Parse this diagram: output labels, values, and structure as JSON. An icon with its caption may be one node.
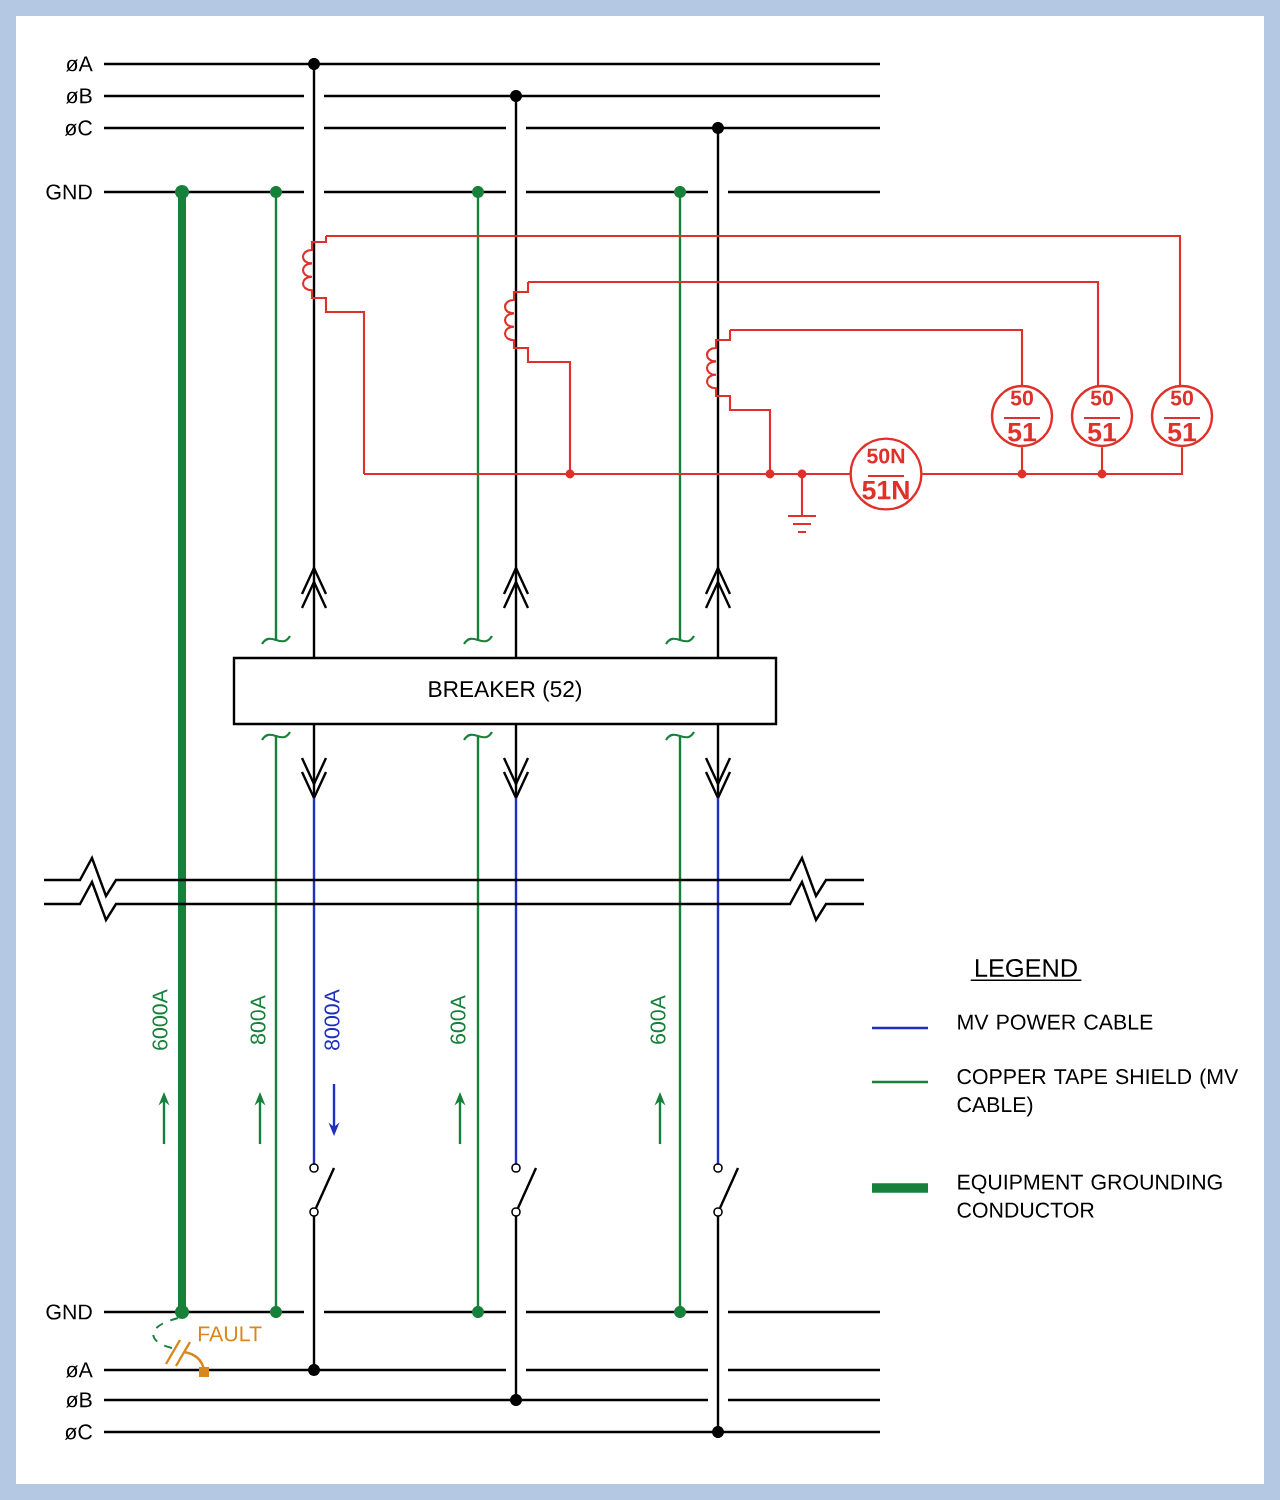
{
  "diagram": {
    "nodes": [
      {
        "text": [
          "50",
          "51"
        ]
      },
      {
        "text": [
          "50",
          "51"
        ]
      },
      {
        "text": [
          "50",
          "51"
        ]
      },
      {
        "text": [
          "50N",
          "51N"
        ]
      },
      {
        "text": [
          "BREAKER (52)"
        ]
      }
    ],
    "edges": [
      {
        "from": 3,
        "to": 0,
        "arrow": "none"
      },
      {
        "from": 3,
        "to": 1,
        "arrow": "none"
      },
      {
        "from": 3,
        "to": 2,
        "arrow": "none"
      }
    ],
    "labels": [
      "øA",
      "øB",
      "øC",
      "GND",
      "LEGEND",
      "6000A",
      "800A",
      "8000A",
      "600A",
      "600A",
      "GND",
      "FAULT",
      "øA",
      "øB",
      "øC"
    ],
    "legend": [
      {
        "text": "MV POWER CABLE"
      },
      {
        "text": "COPPER TAPE SHIELD (MV CABLE)"
      },
      {
        "text": "EQUIPMENT GROUNDING CONDUCTOR"
      }
    ]
  }
}
